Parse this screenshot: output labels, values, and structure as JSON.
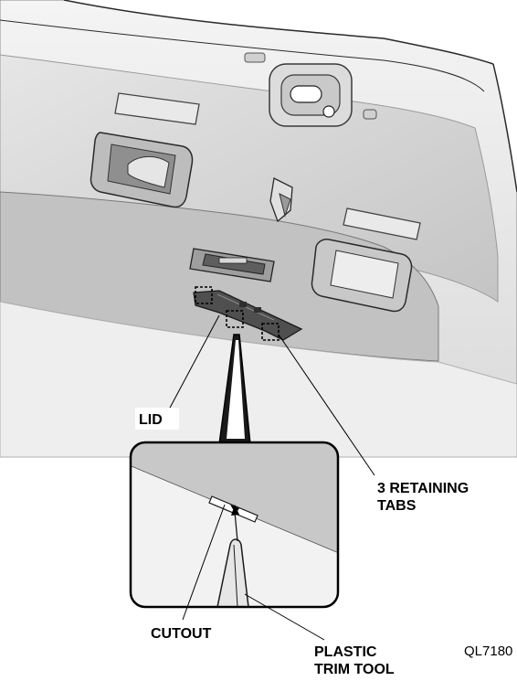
{
  "labels": {
    "lid": "LID",
    "retaining_tabs_line1": "3 RETAINING",
    "retaining_tabs_line2": "TABS",
    "cutout": "CUTOUT",
    "trim_tool_line1": "PLASTIC",
    "trim_tool_line2": "TRIM TOOL",
    "figure_code": "QL7180"
  }
}
